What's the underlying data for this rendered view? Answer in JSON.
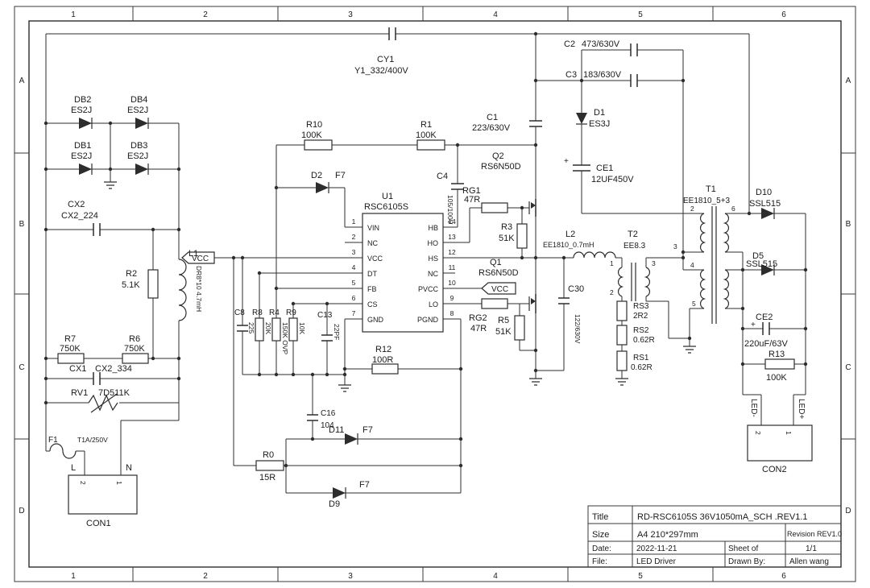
{
  "frame": {
    "columns": [
      "1",
      "2",
      "3",
      "4",
      "5",
      "6"
    ],
    "rows": [
      "A",
      "B",
      "C",
      "D"
    ]
  },
  "title_block": {
    "title_label": "Title",
    "title": "RD-RSC6105S 36V1050mA_SCH .REV1.1",
    "size_label": "Size",
    "size": "A4 210*297mm",
    "revision_label": "Revision",
    "revision": "REV1.0",
    "date_label": "Date:",
    "date": "2022-11-21",
    "sheet_label": "Sheet of",
    "sheet": "1/1",
    "file_label": "File:",
    "file": "LED Driver",
    "drawn_label": "Drawn By:",
    "drawn_by": "Allen wang"
  },
  "power": {
    "vcc": "VCC"
  },
  "symbols": {
    "plus": "+"
  },
  "connectors": {
    "con1": {
      "ref": "CON1",
      "line": "L",
      "neutral": "N",
      "pins": [
        "2",
        "1"
      ]
    },
    "con2": {
      "ref": "CON2",
      "led_minus": "LED-",
      "led_plus": "LED+",
      "pins": [
        "2",
        "1"
      ]
    }
  },
  "ic_u1": {
    "ref": "U1",
    "part": "RSC6105S",
    "left_pins": [
      {
        "num": "1",
        "name": "VIN"
      },
      {
        "num": "2",
        "name": "NC"
      },
      {
        "num": "3",
        "name": "VCC"
      },
      {
        "num": "4",
        "name": "DT"
      },
      {
        "num": "5",
        "name": "FB"
      },
      {
        "num": "6",
        "name": "CS"
      },
      {
        "num": "7",
        "name": "GND"
      }
    ],
    "right_pins": [
      {
        "num": "14",
        "name": "HB"
      },
      {
        "num": "13",
        "name": "HO"
      },
      {
        "num": "12",
        "name": "HS"
      },
      {
        "num": "11",
        "name": "NC"
      },
      {
        "num": "10",
        "name": "PVCC"
      },
      {
        "num": "9",
        "name": "LO"
      },
      {
        "num": "8",
        "name": "PGND"
      }
    ]
  },
  "transformers": {
    "t1": {
      "ref": "T1",
      "value": "EE1810_5+3",
      "pins": [
        "2",
        "3",
        "4",
        "5",
        "6"
      ]
    },
    "t2": {
      "ref": "T2",
      "value": "EE8.3",
      "pins": [
        "1",
        "2",
        "3"
      ]
    }
  },
  "components": {
    "cy1": {
      "ref": "CY1",
      "value": "Y1_332/400V"
    },
    "c2": {
      "ref": "C2",
      "value": "473/630V"
    },
    "c3": {
      "ref": "C3",
      "value": "183/630V"
    },
    "db1": {
      "ref": "DB1",
      "value": "ES2J"
    },
    "db2": {
      "ref": "DB2",
      "value": "ES2J"
    },
    "db3": {
      "ref": "DB3",
      "value": "ES2J"
    },
    "db4": {
      "ref": "DB4",
      "value": "ES2J"
    },
    "cx2": {
      "ref": "CX2",
      "value": "CX2_224"
    },
    "r2": {
      "ref": "R2",
      "value": "5.1K"
    },
    "l1": {
      "ref": "L1",
      "value": "DR8*10 4.7mH"
    },
    "r7": {
      "ref": "R7",
      "value": "750K"
    },
    "r6": {
      "ref": "R6",
      "value": "750K"
    },
    "cx1": {
      "ref": "CX1",
      "value": "CX2_334"
    },
    "rv1": {
      "ref": "RV1",
      "value": "7D511K"
    },
    "f1": {
      "ref": "F1",
      "value": "T1A/250V"
    },
    "r10": {
      "ref": "R10",
      "value": "100K"
    },
    "r1": {
      "ref": "R1",
      "value": "100K"
    },
    "c1": {
      "ref": "C1",
      "value": "223/630V"
    },
    "d1": {
      "ref": "D1",
      "value": "ES3J"
    },
    "ce1": {
      "ref": "CE1",
      "value": "12UF450V"
    },
    "d2": {
      "ref": "D2",
      "value": "F7"
    },
    "c4": {
      "ref": "C4",
      "value": "105/100V"
    },
    "q2": {
      "ref": "Q2",
      "value": "RS6N50D"
    },
    "rg1": {
      "ref": "RG1",
      "value": "47R"
    },
    "r3": {
      "ref": "R3",
      "value": "51K"
    },
    "q1": {
      "ref": "Q1",
      "value": "RS6N50D"
    },
    "rg2": {
      "ref": "RG2",
      "value": "47R"
    },
    "r5": {
      "ref": "R5",
      "value": "51K"
    },
    "c8": {
      "ref": "C8",
      "value": "225"
    },
    "r8": {
      "ref": "R8",
      "value": "20K"
    },
    "r4": {
      "ref": "R4",
      "value": "150K OVP"
    },
    "r9": {
      "ref": "R9",
      "value": "10K"
    },
    "c13": {
      "ref": "C13",
      "value": "22PF"
    },
    "r12": {
      "ref": "R12",
      "value": "100R"
    },
    "c16": {
      "ref": "C16",
      "value": "104"
    },
    "d11": {
      "ref": "D11",
      "value": "F7"
    },
    "r0": {
      "ref": "R0",
      "value": "15R"
    },
    "d9": {
      "ref": "D9",
      "value": "F7"
    },
    "l2": {
      "ref": "L2",
      "value": "EE1810_0.7mH"
    },
    "c30": {
      "ref": "C30",
      "value": "122/630V"
    },
    "rs3": {
      "ref": "RS3",
      "value": "2R2"
    },
    "rs2": {
      "ref": "RS2",
      "value": "0.62R"
    },
    "rs1": {
      "ref": "RS1",
      "value": "0.62R"
    },
    "d10": {
      "ref": "D10",
      "value": "SSL515"
    },
    "d5": {
      "ref": "D5",
      "value": "SSL515"
    },
    "ce2": {
      "ref": "CE2",
      "value": "220uF/63V"
    },
    "r13": {
      "ref": "R13",
      "value": "100K"
    }
  }
}
